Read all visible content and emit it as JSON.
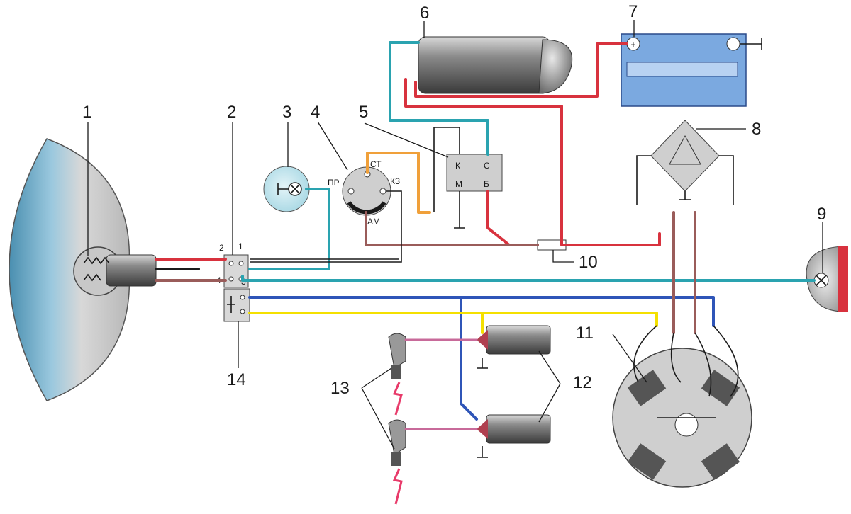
{
  "callouts": [
    "1",
    "2",
    "3",
    "4",
    "5",
    "6",
    "7",
    "8",
    "9",
    "10",
    "11",
    "12",
    "13",
    "14"
  ],
  "battery": {
    "plus": "+"
  },
  "switch_terminals": [
    "1",
    "2",
    "3",
    "4"
  ],
  "relay_terminals": {
    "k": "К",
    "c": "С",
    "m": "М",
    "b": "Б"
  },
  "gauge_terminals": {
    "pr": "ПР",
    "st": "СТ",
    "kz": "КЗ",
    "am": "АМ"
  },
  "wire_colors": {
    "red": "#d8323e",
    "teal": "#2aa3b0",
    "blue": "#2f55b8",
    "yellow": "#f4e000",
    "brown": "#9a5c5a",
    "orange": "#f0a03a",
    "pink": "#c86a9a"
  }
}
